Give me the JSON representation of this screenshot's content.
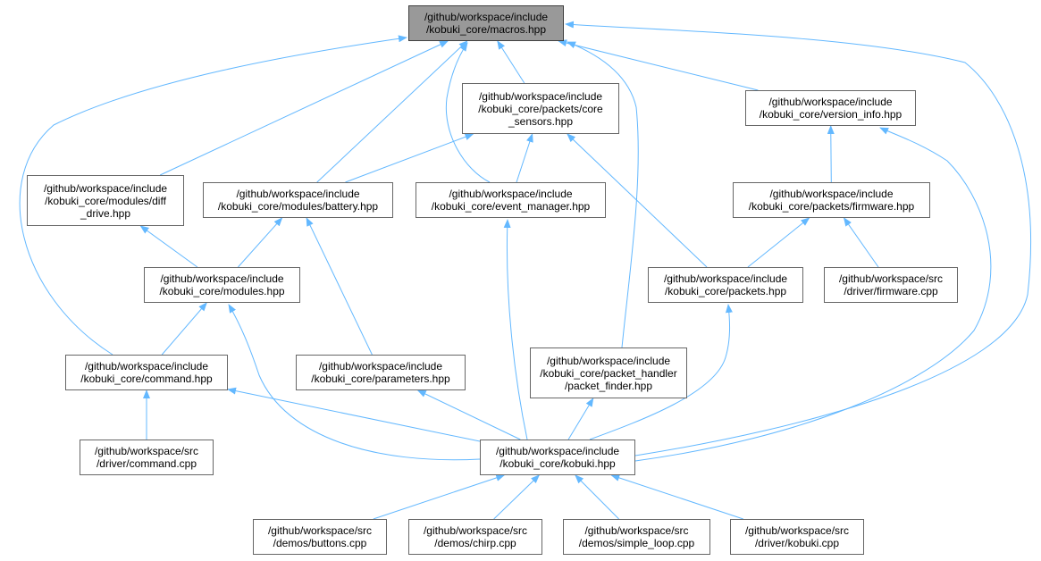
{
  "colors": {
    "edge": "#63b8ff",
    "node_border": "#666666",
    "highlight_fill": "#999999",
    "highlight_border": "#404040"
  },
  "nodes": [
    {
      "id": "macros",
      "label": "/github/workspace/include\n/kobuki_core/macros.hpp",
      "highlight": true
    },
    {
      "id": "core_sensors",
      "label": "/github/workspace/include\n/kobuki_core/packets/core\n_sensors.hpp"
    },
    {
      "id": "version_info",
      "label": "/github/workspace/include\n/kobuki_core/version_info.hpp"
    },
    {
      "id": "diff_drive",
      "label": "/github/workspace/include\n/kobuki_core/modules/diff\n_drive.hpp"
    },
    {
      "id": "battery",
      "label": "/github/workspace/include\n/kobuki_core/modules/battery.hpp"
    },
    {
      "id": "event_manager",
      "label": "/github/workspace/include\n/kobuki_core/event_manager.hpp"
    },
    {
      "id": "packets_firmware",
      "label": "/github/workspace/include\n/kobuki_core/packets/firmware.hpp"
    },
    {
      "id": "modules",
      "label": "/github/workspace/include\n/kobuki_core/modules.hpp"
    },
    {
      "id": "packets",
      "label": "/github/workspace/include\n/kobuki_core/packets.hpp"
    },
    {
      "id": "firmware_cpp",
      "label": "/github/workspace/src\n/driver/firmware.cpp"
    },
    {
      "id": "command",
      "label": "/github/workspace/include\n/kobuki_core/command.hpp"
    },
    {
      "id": "parameters",
      "label": "/github/workspace/include\n/kobuki_core/parameters.hpp"
    },
    {
      "id": "packet_finder",
      "label": "/github/workspace/include\n/kobuki_core/packet_handler\n/packet_finder.hpp"
    },
    {
      "id": "command_cpp",
      "label": "/github/workspace/src\n/driver/command.cpp"
    },
    {
      "id": "kobuki",
      "label": "/github/workspace/include\n/kobuki_core/kobuki.hpp"
    },
    {
      "id": "buttons",
      "label": "/github/workspace/src\n/demos/buttons.cpp"
    },
    {
      "id": "chirp",
      "label": "/github/workspace/src\n/demos/chirp.cpp"
    },
    {
      "id": "simple_loop",
      "label": "/github/workspace/src\n/demos/simple_loop.cpp"
    },
    {
      "id": "kobuki_cpp",
      "label": "/github/workspace/src\n/driver/kobuki.cpp"
    }
  ],
  "edges": [
    {
      "from": "core_sensors",
      "to": "macros"
    },
    {
      "from": "version_info",
      "to": "macros"
    },
    {
      "from": "diff_drive",
      "to": "macros"
    },
    {
      "from": "battery",
      "to": "macros"
    },
    {
      "from": "event_manager",
      "to": "macros"
    },
    {
      "from": "command",
      "to": "macros"
    },
    {
      "from": "packet_finder",
      "to": "macros"
    },
    {
      "from": "kobuki",
      "to": "macros"
    },
    {
      "from": "battery",
      "to": "core_sensors"
    },
    {
      "from": "event_manager",
      "to": "core_sensors"
    },
    {
      "from": "packets",
      "to": "core_sensors"
    },
    {
      "from": "packets_firmware",
      "to": "version_info"
    },
    {
      "from": "kobuki",
      "to": "version_info"
    },
    {
      "from": "modules",
      "to": "diff_drive"
    },
    {
      "from": "modules",
      "to": "battery"
    },
    {
      "from": "parameters",
      "to": "battery"
    },
    {
      "from": "kobuki",
      "to": "event_manager"
    },
    {
      "from": "packets",
      "to": "packets_firmware"
    },
    {
      "from": "firmware_cpp",
      "to": "packets_firmware"
    },
    {
      "from": "command",
      "to": "modules"
    },
    {
      "from": "kobuki",
      "to": "modules"
    },
    {
      "from": "kobuki",
      "to": "packets"
    },
    {
      "from": "command_cpp",
      "to": "command"
    },
    {
      "from": "kobuki",
      "to": "command"
    },
    {
      "from": "kobuki",
      "to": "parameters"
    },
    {
      "from": "kobuki",
      "to": "packet_finder"
    },
    {
      "from": "buttons",
      "to": "kobuki"
    },
    {
      "from": "chirp",
      "to": "kobuki"
    },
    {
      "from": "simple_loop",
      "to": "kobuki"
    },
    {
      "from": "kobuki_cpp",
      "to": "kobuki"
    }
  ]
}
